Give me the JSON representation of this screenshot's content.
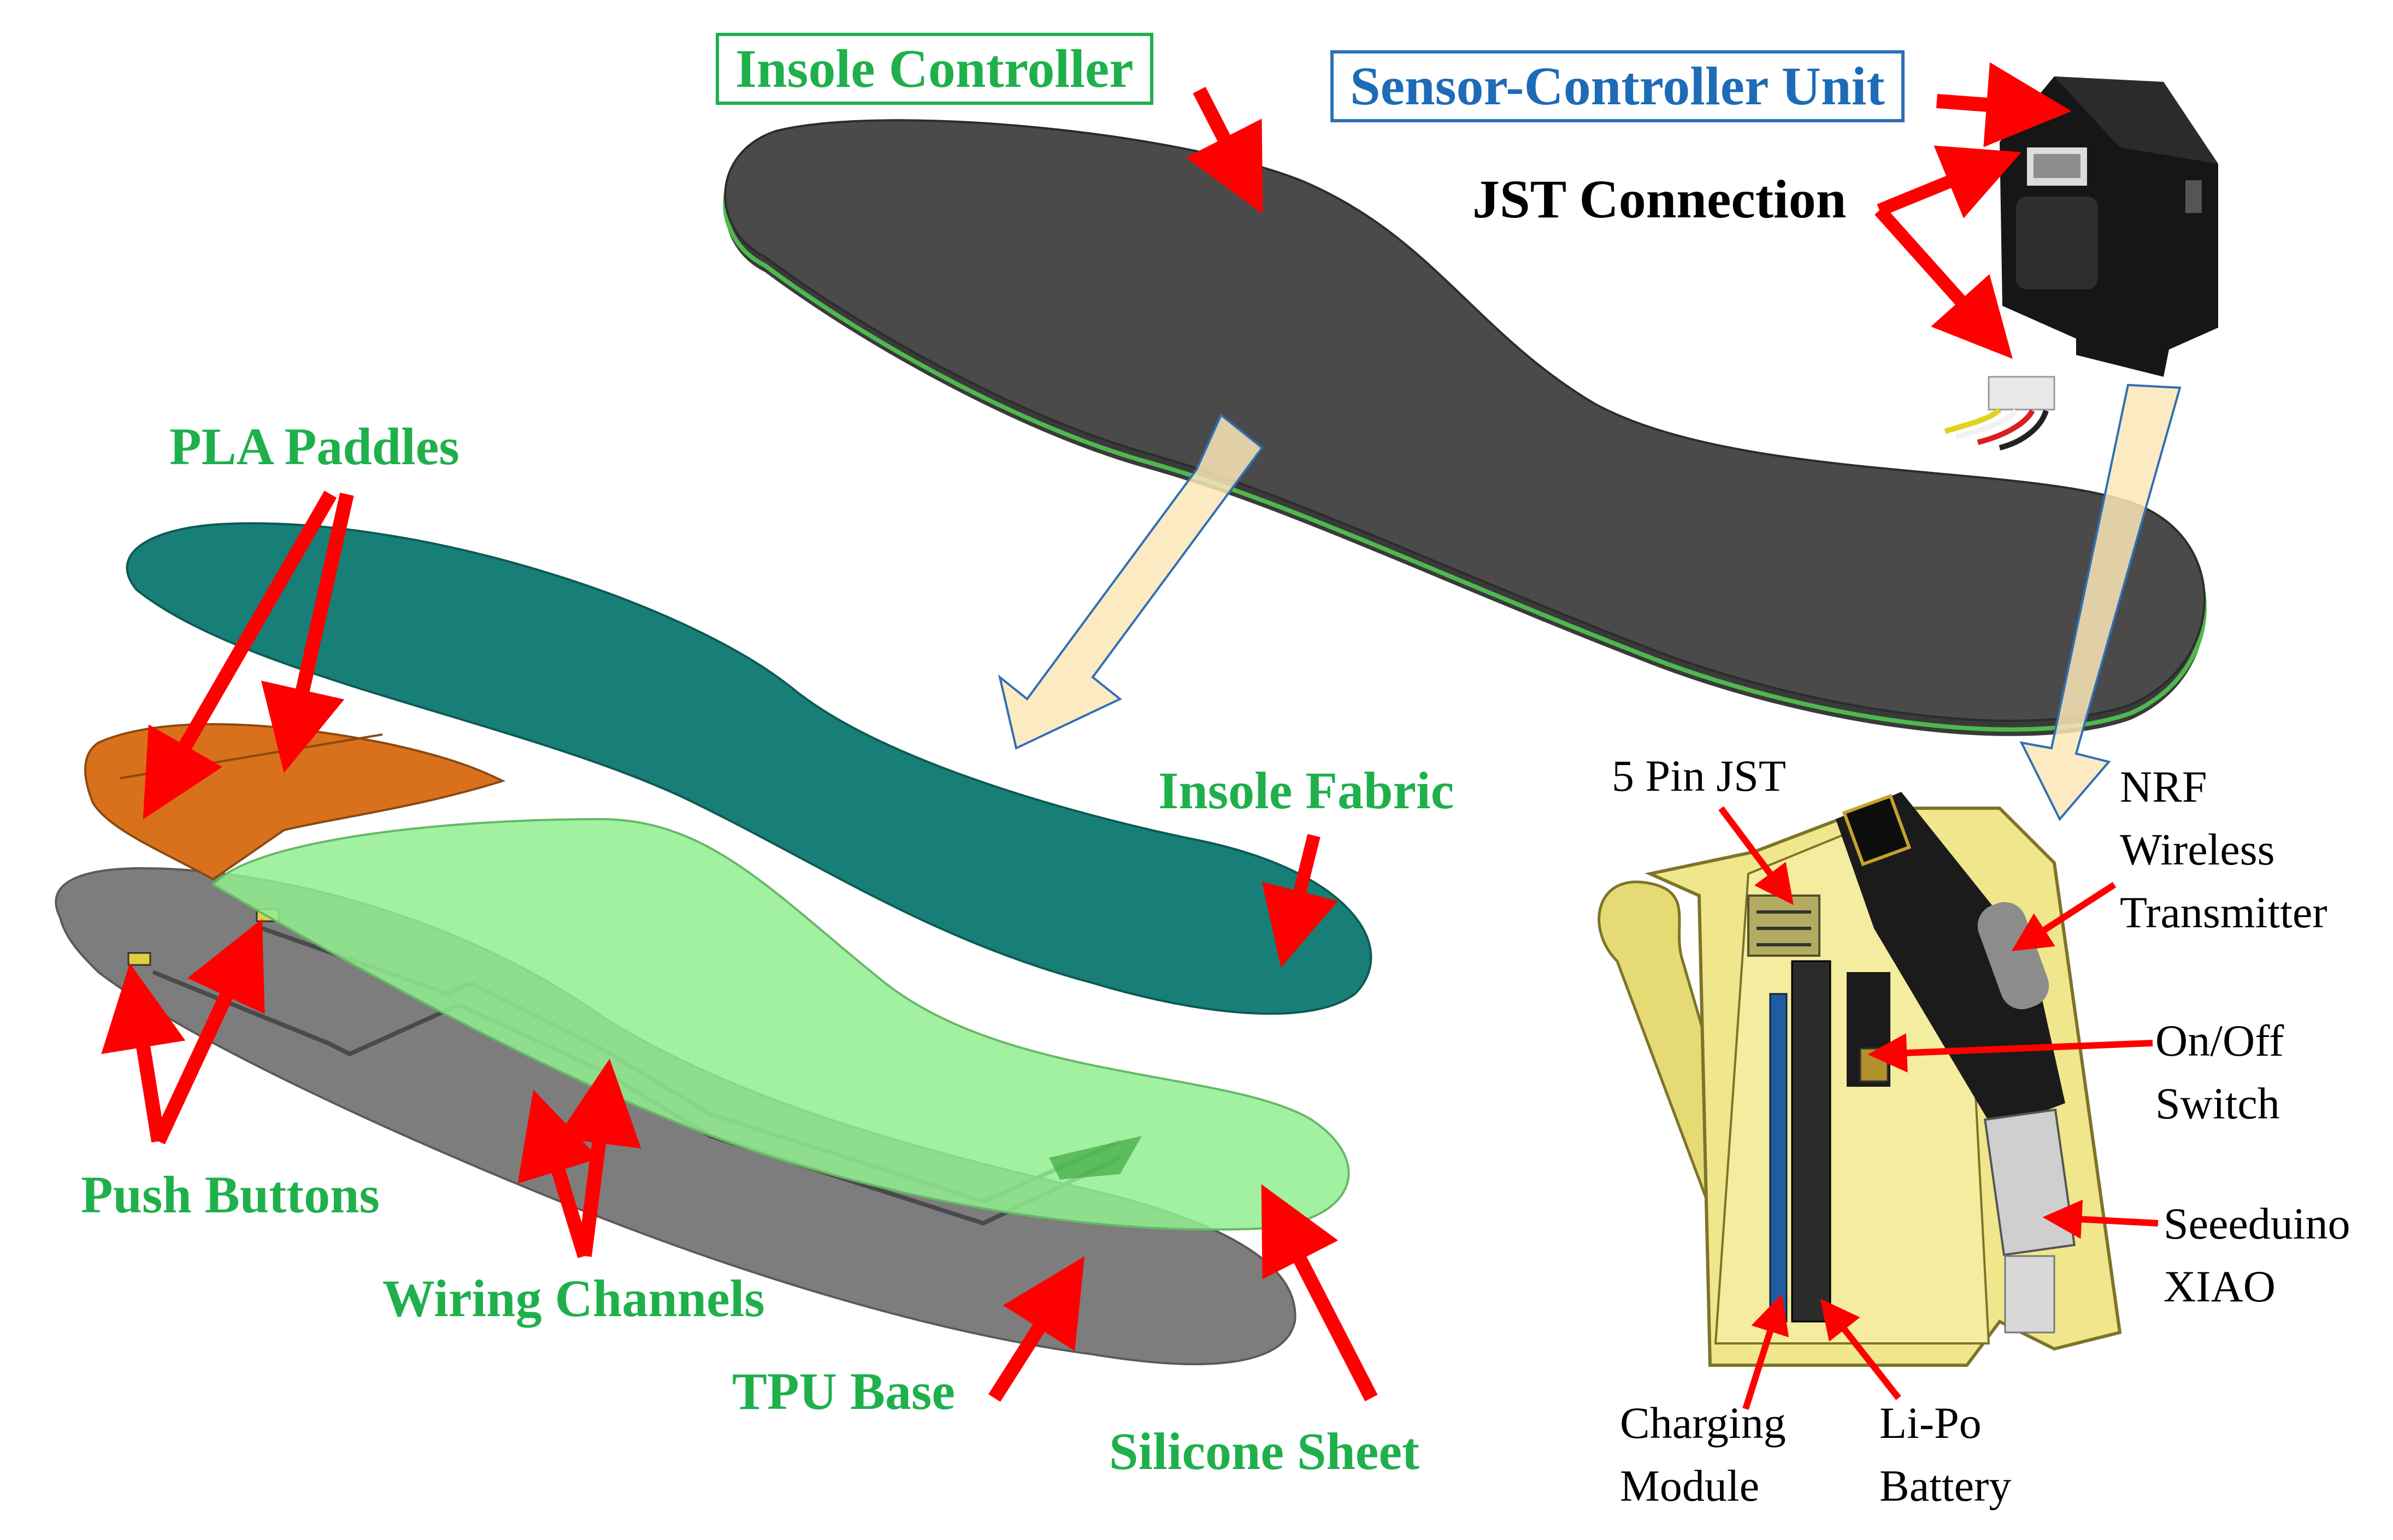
{
  "colors": {
    "label_green": "#1fb04c",
    "label_blue": "#1e6bb8",
    "arrow_red": "#ff0000",
    "insole_dark": "#4a4a4a",
    "insole_fabric": "#177f77",
    "pla_orange": "#d9711c",
    "silicone_green": "#90ee90",
    "tpu_grey": "#7d7d7d",
    "enclosure_yellow": "#f0e68c",
    "flow_arrow": "#fbe6b8"
  },
  "labels": {
    "insole_controller": "Insole Controller",
    "sensor_controller_unit": "Sensor-Controller Unit",
    "jst_connection": "JST Connection",
    "pla_paddles": "PLA Paddles",
    "insole_fabric": "Insole Fabric",
    "push_buttons": "Push Buttons",
    "wiring_channels": "Wiring Channels",
    "tpu_base": "TPU Base",
    "silicone_sheet": "Silicone Sheet",
    "five_pin_jst": "5 Pin JST",
    "nrf_line1": "NRF",
    "nrf_line2": "Wireless",
    "nrf_line3": "Transmitter",
    "onoff_line1": "On/Off",
    "onoff_line2": "Switch",
    "seeeduino_line1": "Seeeduino",
    "seeeduino_line2": "XIAO",
    "charging_line1": "Charging",
    "charging_line2": "Module",
    "lipo_line1": "Li-Po",
    "lipo_line2": "Battery"
  }
}
